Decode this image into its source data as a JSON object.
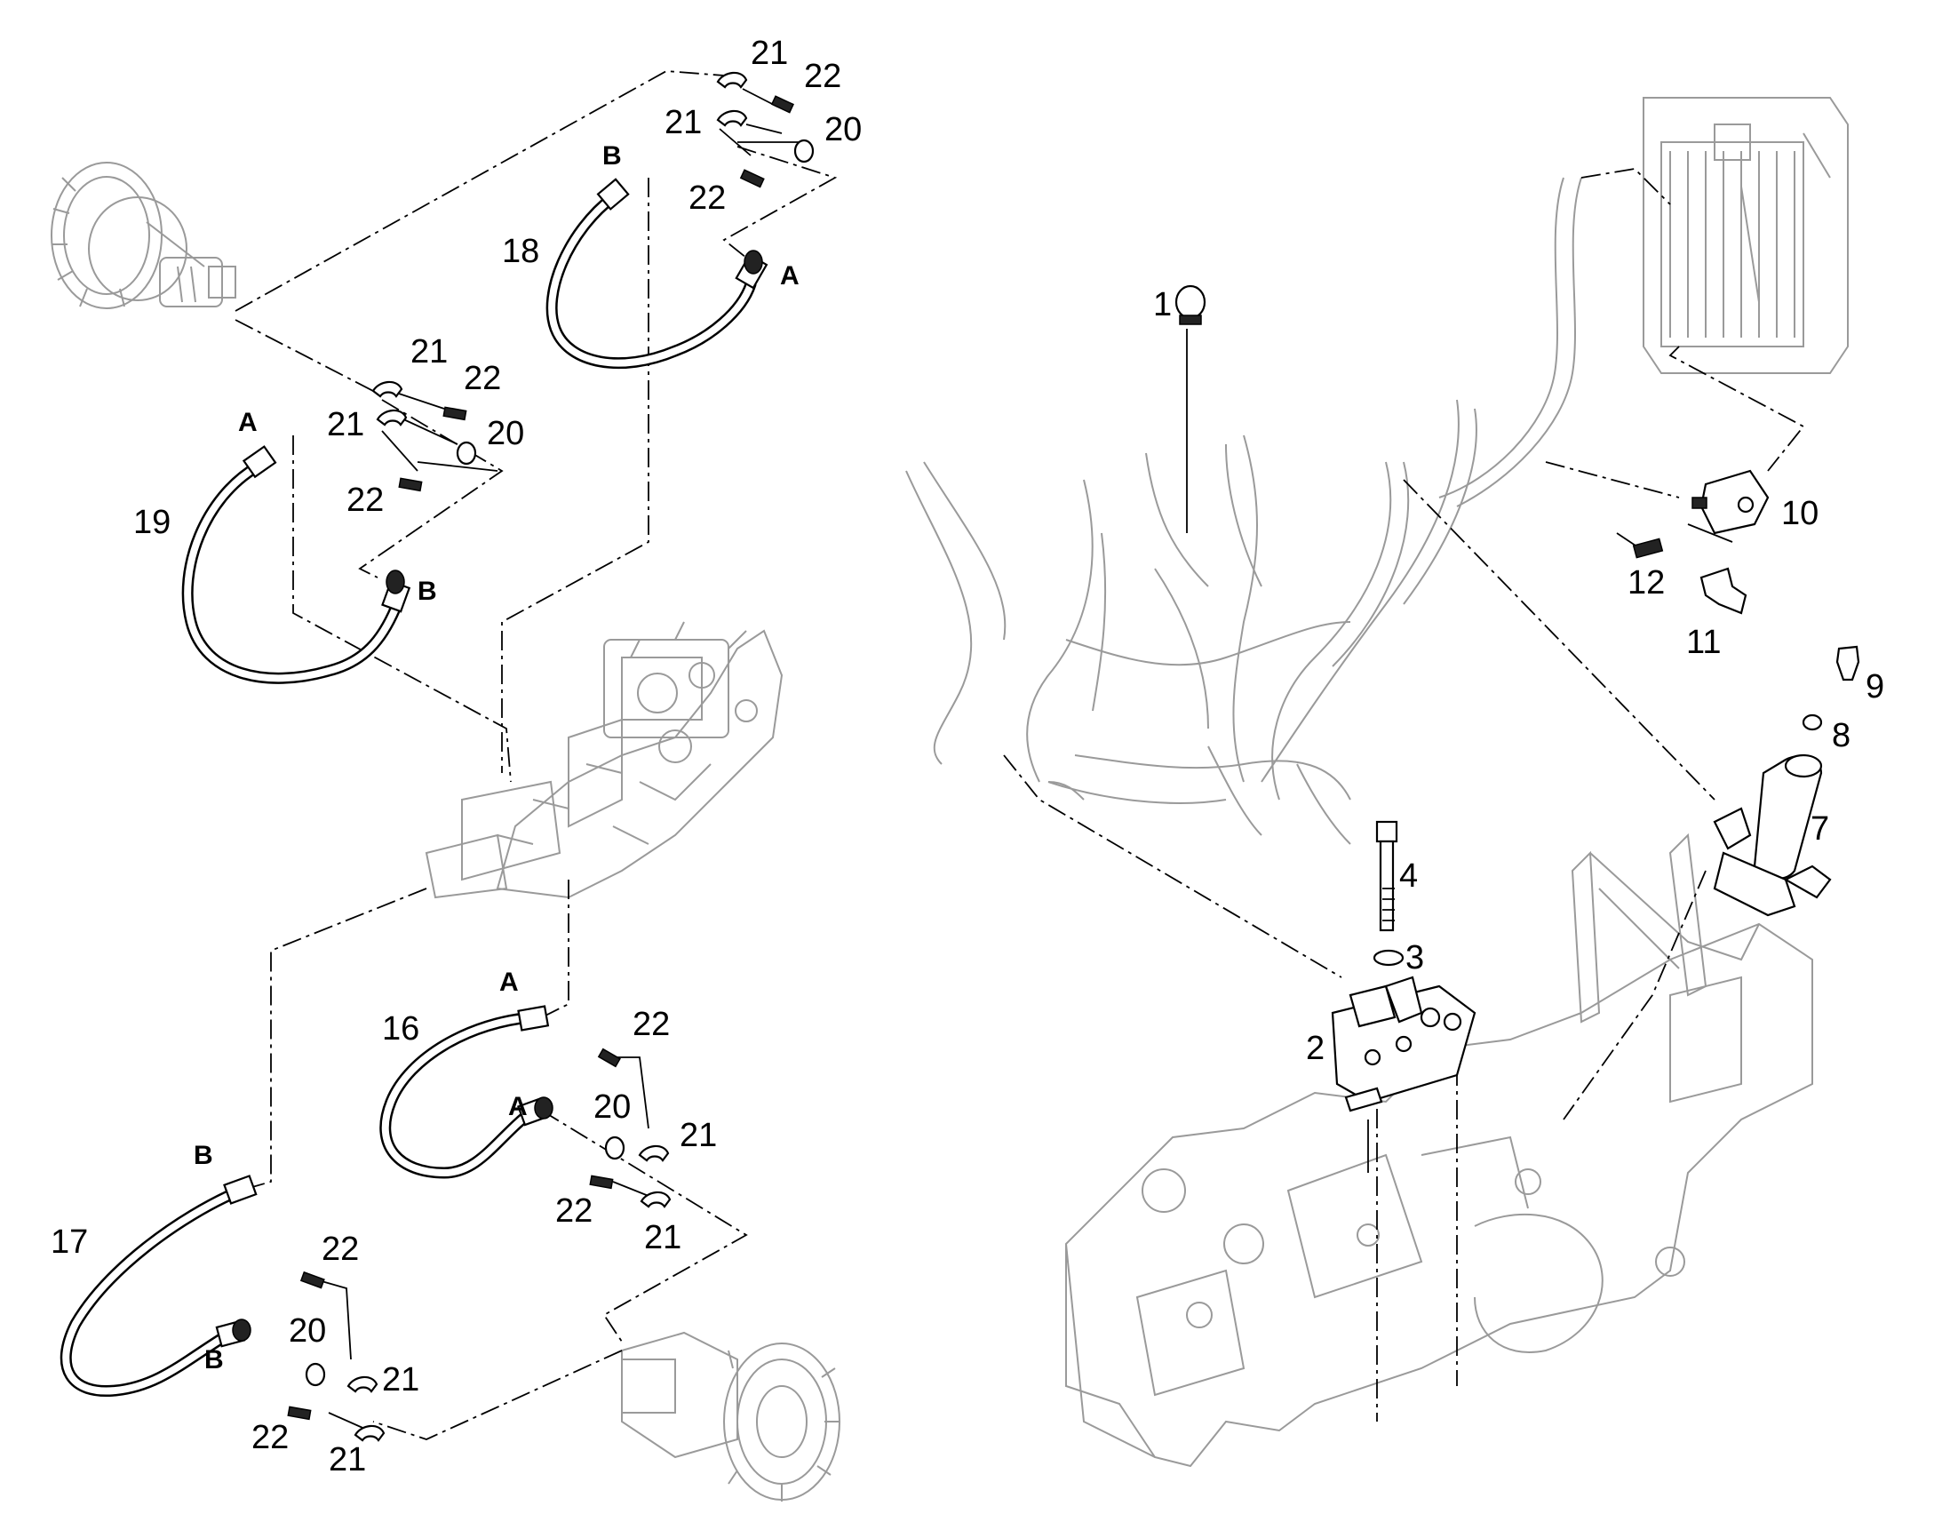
{
  "callouts": [
    {
      "id": "c21a",
      "text": "21"
    },
    {
      "id": "c22a",
      "text": "22"
    },
    {
      "id": "c21b",
      "text": "21"
    },
    {
      "id": "c20a",
      "text": "20"
    },
    {
      "id": "c22b",
      "text": "22"
    },
    {
      "id": "cB1",
      "text": "B"
    },
    {
      "id": "c18",
      "text": "18"
    },
    {
      "id": "cA1",
      "text": "A"
    },
    {
      "id": "c21c",
      "text": "21"
    },
    {
      "id": "c22c",
      "text": "22"
    },
    {
      "id": "c21d",
      "text": "21"
    },
    {
      "id": "c20b",
      "text": "20"
    },
    {
      "id": "c22d",
      "text": "22"
    },
    {
      "id": "cA2",
      "text": "A"
    },
    {
      "id": "c19",
      "text": "19"
    },
    {
      "id": "cB2",
      "text": "B"
    },
    {
      "id": "cA3",
      "text": "A"
    },
    {
      "id": "c16",
      "text": "16"
    },
    {
      "id": "cA4",
      "text": "A"
    },
    {
      "id": "c22e",
      "text": "22"
    },
    {
      "id": "c20c",
      "text": "20"
    },
    {
      "id": "c21e",
      "text": "21"
    },
    {
      "id": "c22f",
      "text": "22"
    },
    {
      "id": "c21f",
      "text": "21"
    },
    {
      "id": "cB3",
      "text": "B"
    },
    {
      "id": "c17",
      "text": "17"
    },
    {
      "id": "cB4",
      "text": "B"
    },
    {
      "id": "c22g",
      "text": "22"
    },
    {
      "id": "c20d",
      "text": "20"
    },
    {
      "id": "c21g",
      "text": "21"
    },
    {
      "id": "c22h",
      "text": "22"
    },
    {
      "id": "c21h",
      "text": "21"
    },
    {
      "id": "c1",
      "text": "1"
    },
    {
      "id": "c10",
      "text": "10"
    },
    {
      "id": "c12",
      "text": "12"
    },
    {
      "id": "c11",
      "text": "11"
    },
    {
      "id": "c9",
      "text": "9"
    },
    {
      "id": "c8",
      "text": "8"
    },
    {
      "id": "c7",
      "text": "7"
    },
    {
      "id": "c4",
      "text": "4"
    },
    {
      "id": "c3",
      "text": "3"
    },
    {
      "id": "c2",
      "text": "2"
    }
  ]
}
